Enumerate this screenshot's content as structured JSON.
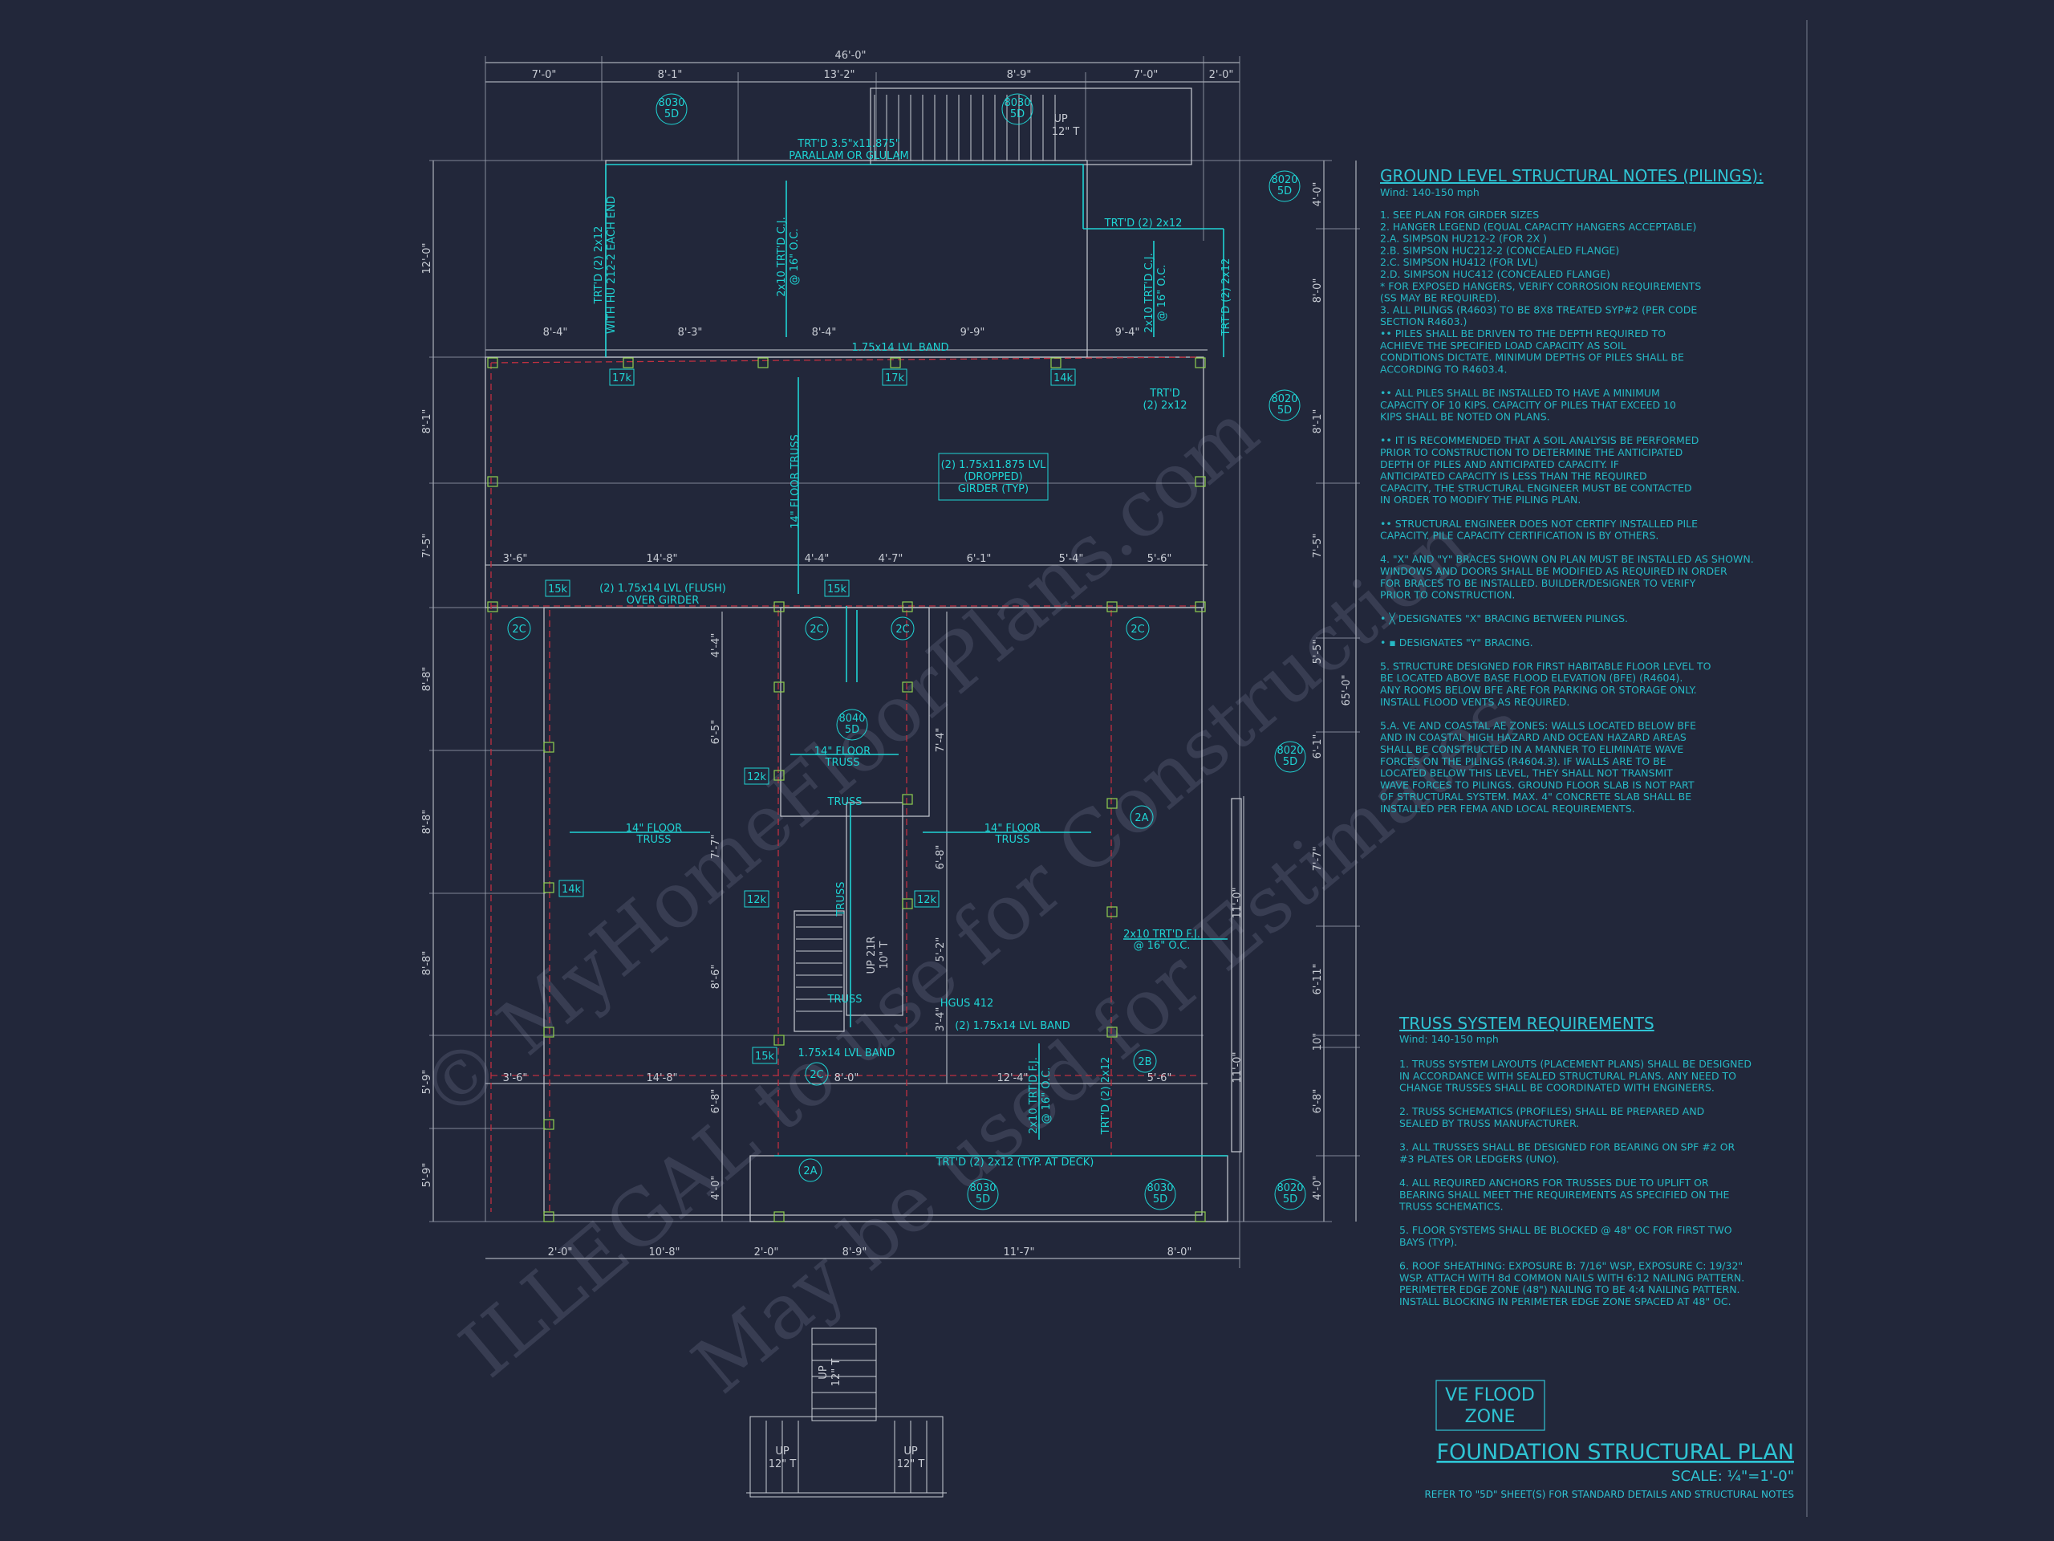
{
  "colors": {
    "background": "#22273a",
    "linework": "#c8ccd4",
    "cyan": "#1fd4d4",
    "red": "#c03040",
    "green": "#8fd050",
    "note_text": "#26b8c4",
    "watermark": "#4a5066"
  },
  "dimensions": {
    "overall_width": "46'-0\"",
    "overall_depth": "65'-0\"",
    "top": [
      "7'-0\"",
      "8'-1\"",
      "13'-2\"",
      "8'-9\"",
      "7'-0\"",
      "2'-0\""
    ],
    "row2": [
      "8'-4\"",
      "8'-3\"",
      "8'-4\"",
      "9'-9\"",
      "9'-4\""
    ],
    "row3": [
      "3'-6\"",
      "14'-8\"",
      "4'-4\"",
      "4'-7\"",
      "6'-1\"",
      "5'-4\"",
      "5'-6\""
    ],
    "row4": [
      "3'-6\"",
      "14'-8\"",
      "8'-0\"",
      "12'-4\"",
      "5'-6\""
    ],
    "bottom": [
      "2'-0\"",
      "10'-8\"",
      "2'-0\"",
      "8'-9\"",
      "11'-7\"",
      "8'-0\""
    ],
    "left": [
      "12'-0\"",
      "8'-1\"",
      "7'-5\"",
      "8'-8\"",
      "8'-8\"",
      "8'-8\"",
      "5'-9\"",
      "5'-9\""
    ],
    "right": [
      "4'-0\"",
      "8'-0\"",
      "8'-1\"",
      "7'-5\"",
      "5'-5\"",
      "6'-1\"",
      "7'-7\"",
      "6'-11\"",
      "10\"",
      "6'-8\"",
      "4'-0\""
    ],
    "inner": [
      "4'-4\"",
      "6'-5\"",
      "7'-7\"",
      "8'-6\"",
      "6'-8\"",
      "4'-0\"",
      "7'-4\"",
      "6'-8\"",
      "5'-2\"",
      "3'-4\"",
      "11'-0\"",
      "11'-0\""
    ]
  },
  "plan_labels": {
    "trtd_parallam": "TRT'D 3.5\"x11.875\"",
    "parallam": "PARALLAM OR GLULAM",
    "trtd_2x12": "TRT'D (2) 2x12",
    "trtd_hu": "WITH HU 212-2 EACH END",
    "trtd_2x12_right": "TRT'D (2) 2x12",
    "trtd_2x12_top": "TRT'D (2) 2x12",
    "trtd_cj": "2x10 TRT'D C.J.",
    "trtd_cj_oc": "@ 16\" O.C.",
    "trtd_cj2": "2x10 TRT'D C.J.",
    "trtd_cj2_oc": "@ 16\" O.C.",
    "lvl_band": "1.75x14 LVL BAND",
    "floor_truss_v": "14\" FLOOR TRUSS",
    "dropped_girder": [
      "(2) 1.75x11.875 LVL",
      "(DROPPED)",
      "GIRDER (TYP)"
    ],
    "trtd_right": [
      "TRT'D",
      "(2) 2x12"
    ],
    "flush_lvl": [
      "(2) 1.75x14 LVL (FLUSH)",
      "OVER GIRDER"
    ],
    "floor_truss_center": [
      "14\" FLOOR",
      "TRUSS"
    ],
    "floor_truss_left": [
      "14\" FLOOR",
      "TRUSS"
    ],
    "floor_truss_right": [
      "14\" FLOOR",
      "TRUSS"
    ],
    "truss": "TRUSS",
    "truss_v": "TRUSS",
    "truss_bottom": "TRUSS",
    "hgus": "HGUS 412",
    "lvl_band_2": "(2) 1.75x14 LVL BAND",
    "lvl_band_3": "1.75x14 LVL BAND",
    "trtd_fj": [
      "2x10 TRT'D F.J.",
      "@ 16\" O.C."
    ],
    "trtd_fj_v": "2x10 TRT'D F.J.",
    "trtd_fj_v_oc": "@ 16\" O.C.",
    "trtd_2x12_v": "TRT'D (2) 2x12",
    "trtd_deck": "TRT'D (2) 2x12 (TYP. AT DECK)",
    "stair_up": [
      "UP",
      "12\" T"
    ],
    "stair_mid": [
      "UP 21R",
      "10\" T"
    ]
  },
  "tags": {
    "k17a": "17k",
    "k17b": "17k",
    "k14a": "14k",
    "k15a": "15k",
    "k15b": "15k",
    "k12a": "12k",
    "k12b": "12k",
    "k12c": "12k",
    "k14b": "14k",
    "k15c": "15k"
  },
  "details": {
    "d8030": [
      "8030",
      "5D"
    ],
    "d8020": [
      "8020",
      "5D"
    ],
    "d8040": [
      "8040",
      "5D"
    ],
    "d2c": "2C",
    "d2a": "2A",
    "d2b": "2B"
  },
  "notes": {
    "heading": "GROUND LEVEL STRUCTURAL NOTES (PILINGS):",
    "wind": "Wind: 140-150 mph",
    "items": [
      "1.    SEE PLAN FOR GIRDER SIZES",
      "2.    HANGER LEGEND (EQUAL CAPACITY HANGERS ACCEPTABLE)",
      "  2.A.     SIMPSON HU212-2 (FOR 2X )",
      "  2.B.     SIMPSON HUC212-2 (CONCEALED FLANGE)",
      "  2.C.     SIMPSON HU412 (FOR LVL)",
      "  2.D.     SIMPSON HUC412 (CONCEALED FLANGE)",
      "*         FOR EXPOSED HANGERS, VERIFY CORROSION REQUIREMENTS",
      "           (SS MAY BE REQUIRED).",
      "3.    ALL PILINGS (R4603) TO BE 8X8 TREATED SYP#2 (PER CODE",
      "        SECTION R4603.)",
      "••       PILES SHALL BE DRIVEN TO THE DEPTH REQUIRED TO",
      "           ACHIEVE THE SPECIFIED LOAD CAPACITY AS SOIL",
      "           CONDITIONS DICTATE. MINIMUM DEPTHS OF PILES SHALL BE",
      "           ACCORDING TO R4603.4.",
      "",
      "••       ALL PILES SHALL BE INSTALLED TO HAVE A MINIMUM",
      "           CAPACITY OF 10 KIPS. CAPACITY OF PILES THAT EXCEED 10",
      "           KIPS SHALL BE NOTED ON PLANS.",
      "",
      "••       IT IS RECOMMENDED THAT A SOIL ANALYSIS BE PERFORMED",
      "           PRIOR TO CONSTRUCTION TO DETERMINE THE ANTICIPATED",
      "           DEPTH OF PILES AND ANTICIPATED CAPACITY. IF",
      "           ANTICIPATED CAPACITY IS LESS THAN THE REQUIRED",
      "           CAPACITY, THE STRUCTURAL ENGINEER MUST BE CONTACTED",
      "           IN ORDER TO MODIFY THE PILING PLAN.",
      "",
      "••       STRUCTURAL ENGINEER DOES NOT CERTIFY INSTALLED PILE",
      "           CAPACITY. PILE CAPACITY CERTIFICATION IS BY OTHERS.",
      "",
      "4.    \"X\" AND \"Y\" BRACES SHOWN ON PLAN MUST BE INSTALLED AS SHOWN.",
      "        WINDOWS AND DOORS SHALL BE MODIFIED AS REQUIRED IN ORDER",
      "        FOR BRACES TO BE INSTALLED. BUILDER/DESIGNER TO VERIFY",
      "        PRIOR TO CONSTRUCTION.",
      "",
      "• ╳  DESIGNATES \"X\" BRACING BETWEEN PILINGS.",
      "",
      "• ▪  DESIGNATES \"Y\" BRACING.",
      "",
      "5.    STRUCTURE DESIGNED FOR FIRST HABITABLE FLOOR LEVEL TO",
      "        BE LOCATED ABOVE BASE FLOOD ELEVATION (BFE) (R4604).",
      "        ANY ROOMS BELOW BFE ARE FOR PARKING OR STORAGE ONLY.",
      "        INSTALL FLOOD VENTS AS REQUIRED.",
      "",
      "5.A.     VE AND COASTAL AE ZONES: WALLS LOCATED BELOW BFE",
      "           AND IN COASTAL HIGH HAZARD AND OCEAN HAZARD AREAS",
      "           SHALL BE CONSTRUCTED IN A MANNER TO ELIMINATE WAVE",
      "           FORCES ON THE PILINGS (R4604.3). IF WALLS ARE TO BE",
      "           LOCATED BELOW THIS LEVEL, THEY SHALL NOT TRANSMIT",
      "           WAVE FORCES TO PILINGS. GROUND FLOOR SLAB IS NOT PART",
      "           OF STRUCTURAL SYSTEM. MAX. 4\" CONCRETE SLAB SHALL BE",
      "           INSTALLED PER FEMA AND LOCAL REQUIREMENTS."
    ]
  },
  "truss_notes": {
    "heading": "TRUSS SYSTEM REQUIREMENTS",
    "wind": "Wind: 140-150 mph",
    "items": [
      "1.       TRUSS SYSTEM LAYOUTS (PLACEMENT PLANS)  SHALL BE DESIGNED",
      "           IN ACCORDANCE WITH SEALED STRUCTURAL PLANS. ANY NEED TO",
      "           CHANGE TRUSSES SHALL BE COORDINATED  WITH  ENGINEERS.",
      "",
      "2.       TRUSS SCHEMATICS (PROFILES) SHALL BE  PREPARED AND",
      "           SEALED BY  TRUSS  MANUFACTURER.",
      "",
      "3.       ALL TRUSSES SHALL BE DESIGNED FOR  BEARING ON SPF #2 OR",
      "           #3 PLATES OR LEDGERS  (UNO).",
      "",
      "4.       ALL REQUIRED ANCHORS FOR TRUSSES DUE  TO UPLIFT OR",
      "           BEARING SHALL MEET THE  REQUIREMENTS AS SPECIFIED ON THE",
      "           TRUSS  SCHEMATICS.",
      "",
      "5.       FLOOR SYSTEMS SHALL BE BLOCKED @ 48\" OC FOR FIRST TWO",
      "           BAYS (TYP).",
      "",
      "6.       ROOF SHEATHING: EXPOSURE B: 7/16\" WSP, EXPOSURE C: 19/32\"",
      "           WSP. ATTACH WITH 8d COMMON NAILS WITH 6:12 NAILING PATTERN.",
      "           PERIMETER EDGE ZONE (48\") NAILING TO BE 4:4 NAILING PATTERN.",
      "           INSTALL BLOCKING IN PERIMETER EDGE ZONE SPACED AT 48\" OC."
    ]
  },
  "title_block": {
    "flood_zone": [
      "VE FLOOD",
      "ZONE"
    ],
    "title": "FOUNDATION STRUCTURAL PLAN",
    "scale": "SCALE: ¼\"=1'-0\"",
    "refer": "REFER TO \"5D\" SHEET(S) FOR STANDARD DETAILS AND STRUCTURAL NOTES"
  },
  "watermarks": {
    "line1": "© MyHomeFloorPlans.com",
    "line2": "ILLEGAL to use for Construction",
    "line3": "May be used for Estimates"
  }
}
